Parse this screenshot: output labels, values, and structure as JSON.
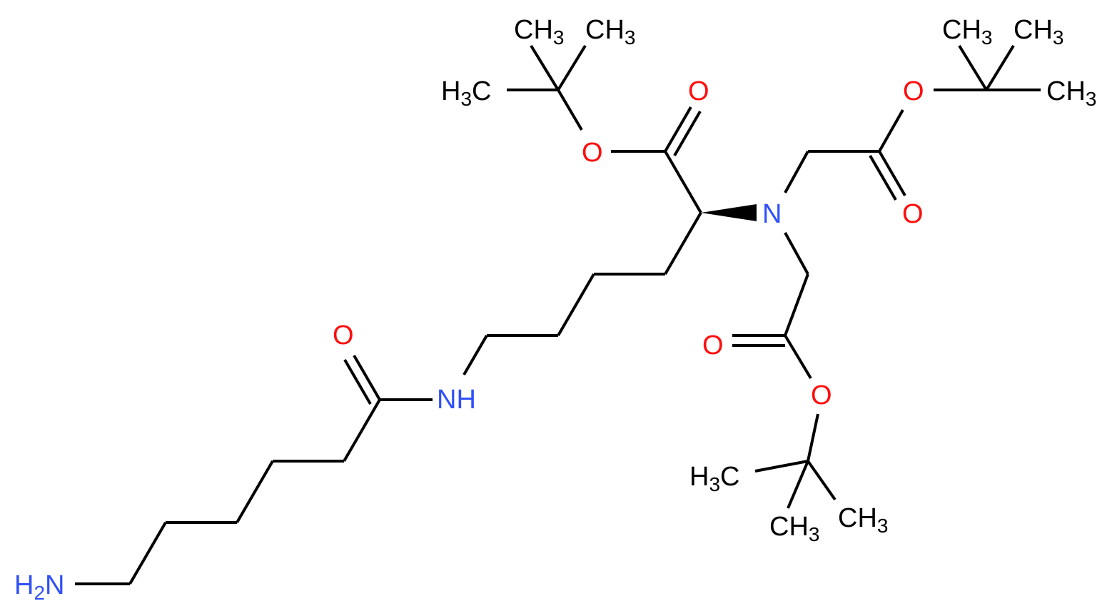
{
  "colors": {
    "bond": "#000000",
    "oxygen": "#ff0d0d",
    "nitrogen": "#3050f8",
    "carbon_label": "#000000",
    "background": "#ffffff"
  },
  "atoms": {
    "O_ester_top_carbonyl": "O",
    "O_ester_top": "O",
    "O_ester_right_top": "O",
    "O_ester_right_carbonyl": "O",
    "O_ester_bottom_carbonyl": "O",
    "O_ester_bottom": "O",
    "O_amide": "O",
    "N_tertiary": "N",
    "N_amide": "NH",
    "N_amine_main": "N",
    "N_amine_prefix": "H",
    "N_amine_sub": "2",
    "methyl_main": "CH",
    "methyl_sub": "3",
    "methyl_left_prefix": "H",
    "methyl_left_sub": "3",
    "methyl_left_main": "C"
  }
}
